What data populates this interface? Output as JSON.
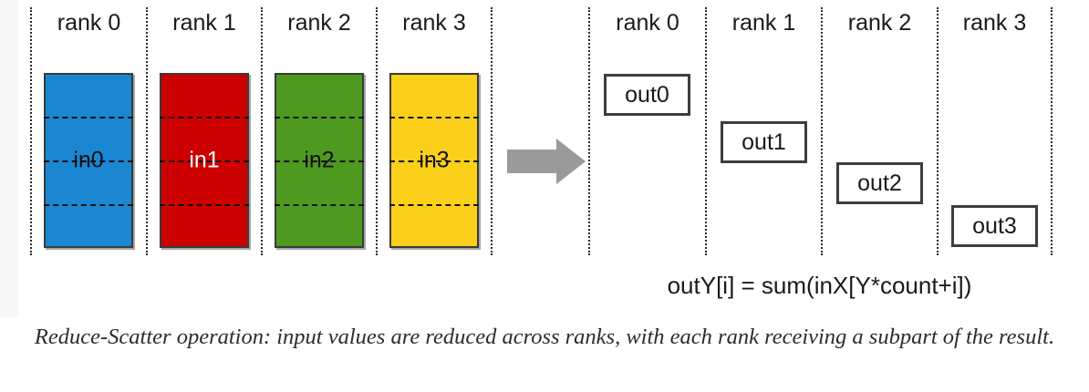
{
  "figure": {
    "title": "Reduce-Scatter operation diagram",
    "caption": "Reduce-Scatter operation: input values are reduced across ranks, with each rank receiving a subpart of the result.",
    "formula": "outY[i] = sum(inX[Y*count+i])"
  },
  "input_group": {
    "rank_labels": [
      "rank 0",
      "rank 1",
      "rank 2",
      "rank 3"
    ],
    "bars": [
      {
        "label": "in0",
        "color": "#1B87D2",
        "text_color": "#111111",
        "segments": 4
      },
      {
        "label": "in1",
        "color": "#CC0000",
        "text_color": "#ffffff",
        "segments": 4
      },
      {
        "label": "in2",
        "color": "#4E9A20",
        "text_color": "#111111",
        "segments": 4
      },
      {
        "label": "in3",
        "color": "#FBD01B",
        "text_color": "#111111",
        "segments": 4
      }
    ]
  },
  "arrow": {
    "name": "right-arrow",
    "color": "#9A9A9A"
  },
  "output_group": {
    "rank_labels": [
      "rank 0",
      "rank 1",
      "rank 2",
      "rank 3"
    ],
    "boxes": [
      {
        "label": "out0"
      },
      {
        "label": "out1"
      },
      {
        "label": "out2"
      },
      {
        "label": "out3"
      }
    ]
  }
}
